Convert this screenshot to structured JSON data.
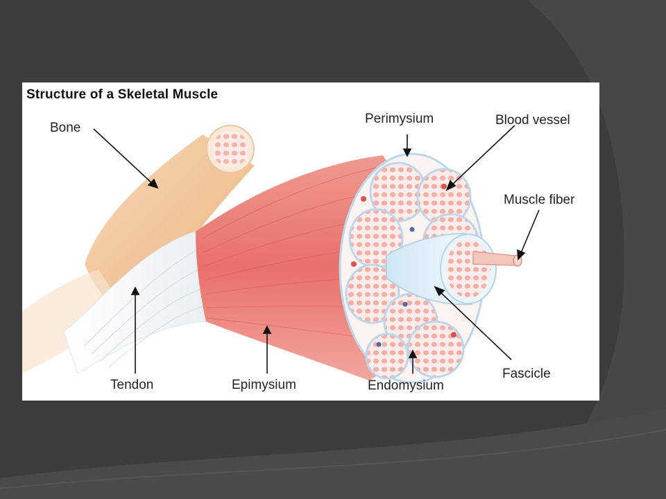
{
  "figure": {
    "title": "Structure of a Skeletal Muscle",
    "labels": {
      "bone": "Bone",
      "perimysium": "Perimysium",
      "blood_vessel": "Blood vessel",
      "muscle_fiber": "Muscle fiber",
      "tendon": "Tendon",
      "epimysium": "Epimysium",
      "endomysium": "Endomysium",
      "fascicle": "Fascicle"
    }
  },
  "colors": {
    "slide_background": "#3d3d3d",
    "slide_swoosh": "#4a4a4a",
    "figure_background": "#ffffff",
    "bone": "#f2c9a0",
    "muscle": "#e8716a",
    "perimysium": "#cfe3f1",
    "fiber": "#f6b7ad"
  }
}
